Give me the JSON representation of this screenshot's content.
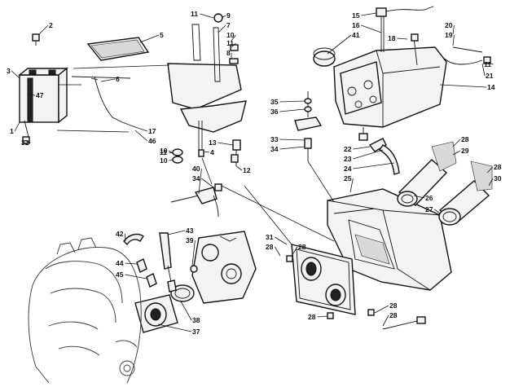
{
  "diagram": {
    "callouts": [
      "1",
      "2",
      "3",
      "4",
      "5",
      "6",
      "7",
      "8",
      "9",
      "10",
      "10",
      "10",
      "11",
      "11",
      "11",
      "11",
      "12",
      "13",
      "14",
      "15",
      "16",
      "17",
      "18",
      "19",
      "20",
      "21",
      "22",
      "23",
      "24",
      "25",
      "26",
      "27",
      "28",
      "28",
      "28",
      "28",
      "28",
      "28",
      "28",
      "29",
      "30",
      "31",
      "32",
      "33",
      "34",
      "34",
      "35",
      "36",
      "37",
      "38",
      "39",
      "40",
      "41",
      "42",
      "43",
      "44",
      "45",
      "46",
      "47"
    ]
  }
}
